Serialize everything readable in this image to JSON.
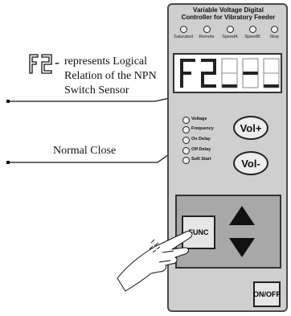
{
  "panel": {
    "title_line1": "Variable Voltage Digital",
    "title_line2": "Controller for Vibratory Feeder",
    "indicators": [
      "Saturated",
      "Remote",
      "SpeedA",
      "SpeedB",
      "Stop"
    ],
    "display_text": "F2_-_",
    "status_labels": [
      "Voltage",
      "Frequency",
      "On Delay",
      "Off Delay",
      "Soft Start"
    ],
    "vol_plus": "Vol+",
    "vol_minus": "Vol-",
    "func": "FUNC",
    "onoff": "ON/OFF"
  },
  "annotations": {
    "code": "F2",
    "dash": "-",
    "line1": "represents Logical",
    "line2": "Relation of the NPN",
    "line3": "Switch Sensor",
    "normal_close": "Normal Close"
  }
}
